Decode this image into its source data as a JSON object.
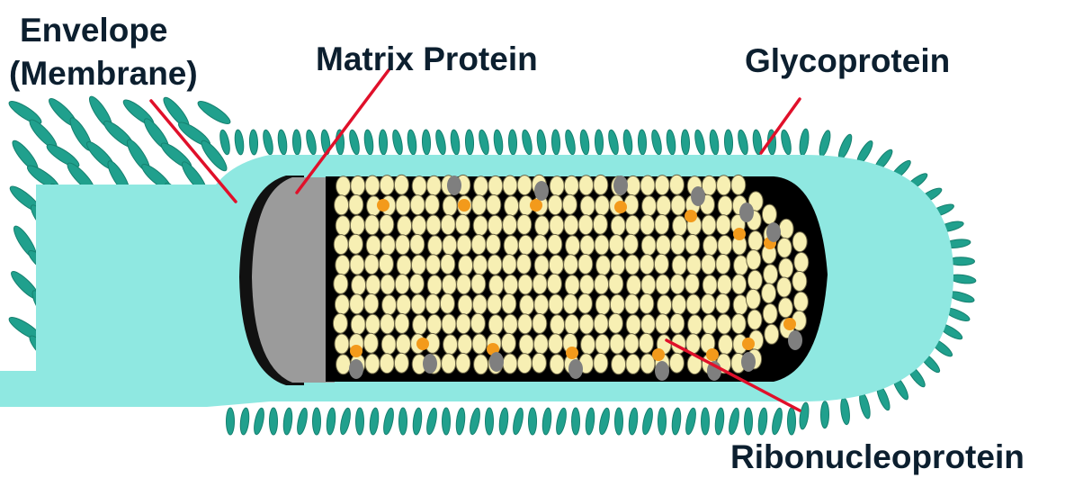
{
  "labels": {
    "envelope_line1": "Envelope",
    "envelope_line2": "(Membrane)",
    "matrix": "Matrix Protein",
    "glycoprotein": "Glycoprotein",
    "rnp": "Ribonucleoprotein"
  },
  "colors": {
    "spike": "#20a08d",
    "spike_dark": "#15806f",
    "envelope": "#8fe8e1",
    "matrix_fill": "#9b9b9b",
    "matrix_dark": "#111111",
    "rnp_bead": "#f7efb3",
    "rnp_bead_stroke": "#6b6446",
    "rnp_core": "#000000",
    "orange_dot": "#f39a1b",
    "gray_dot": "#7f7f7f",
    "leader": "#e0102a",
    "label_text": "#0c1f2f"
  }
}
